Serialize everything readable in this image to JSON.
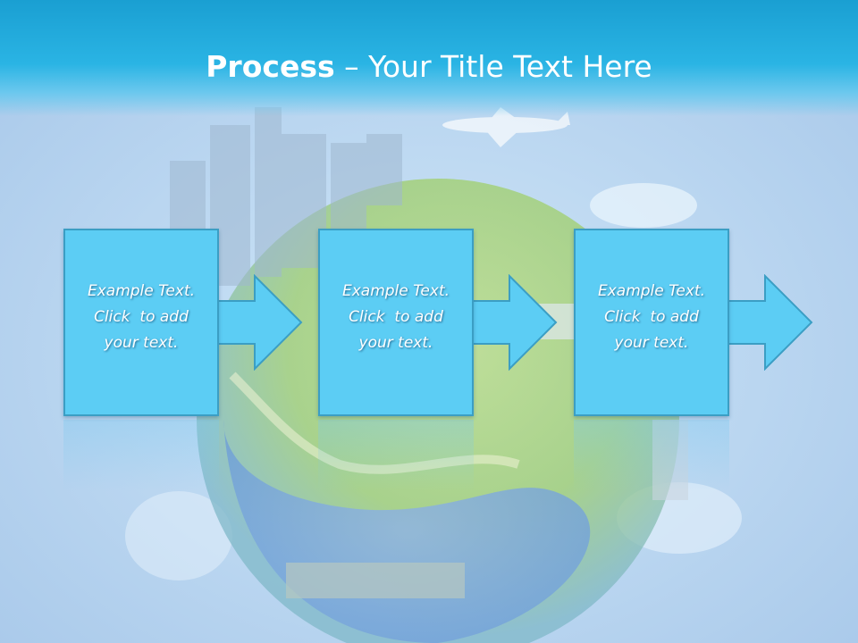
{
  "slide": {
    "title_bold": "Process",
    "title_rest": " – Your Title Text Here"
  },
  "steps": [
    {
      "line1": "Example Text.",
      "line2": "Click  to add",
      "line3": "your text."
    },
    {
      "line1": "Example Text.",
      "line2": "Click  to add",
      "line3": "your text."
    },
    {
      "line1": "Example Text.",
      "line2": "Click  to add",
      "line3": "your text."
    }
  ],
  "colors": {
    "header": "#1a9fd2",
    "box_fill": "#5ccdf4",
    "box_border": "#3b9ec4",
    "text": "#ffffff"
  },
  "background_image": "globe with city skyline, airplane, road and ocean"
}
